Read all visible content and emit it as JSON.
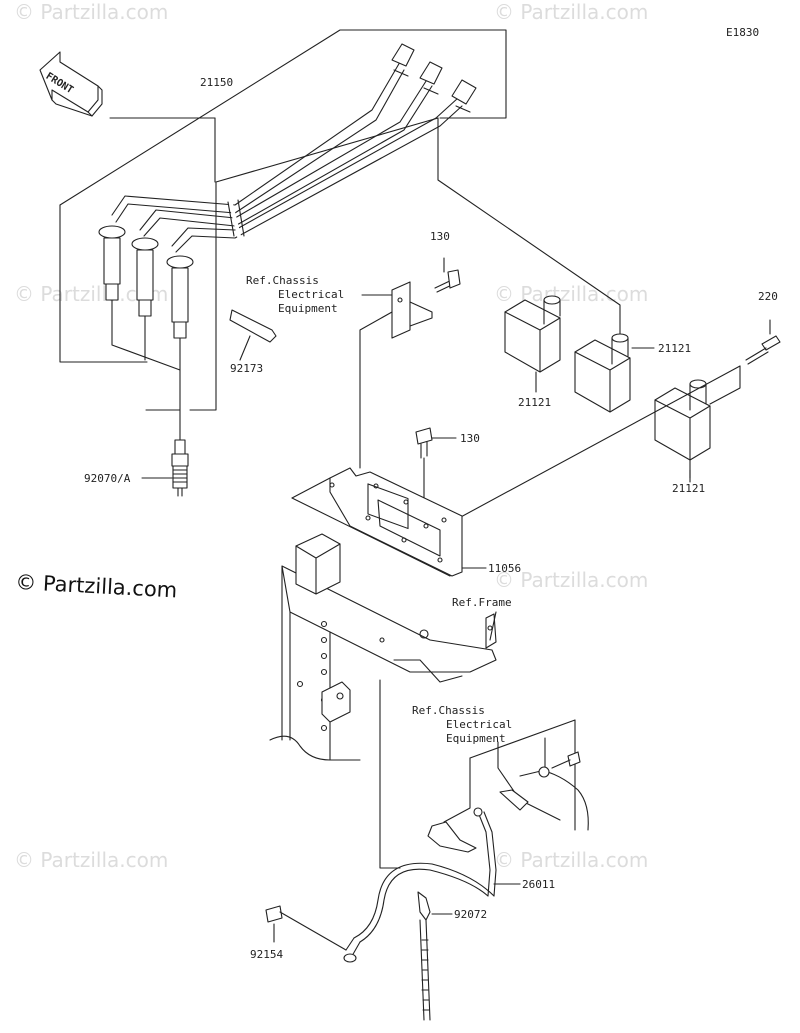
{
  "diagram_code": "E1830",
  "copyright": "© Partzilla.com",
  "watermark": "© Partzilla.com",
  "front_badge": "FRONT",
  "ref_labels": {
    "chassis_top": [
      "Ref.Chassis",
      "Electrical",
      "Equipment"
    ],
    "frame": "Ref.Frame",
    "chassis_bottom": [
      "Ref.Chassis",
      "Electrical",
      "Equipment"
    ]
  },
  "parts": {
    "p21150": "21150",
    "p130a": "130",
    "p130b": "130",
    "p92173": "92173",
    "p92070": "92070/A",
    "p21121a": "21121",
    "p21121b": "21121",
    "p21121c": "21121",
    "p220": "220",
    "p11056": "11056",
    "p26011": "26011",
    "p92072": "92072",
    "p92154": "92154"
  }
}
